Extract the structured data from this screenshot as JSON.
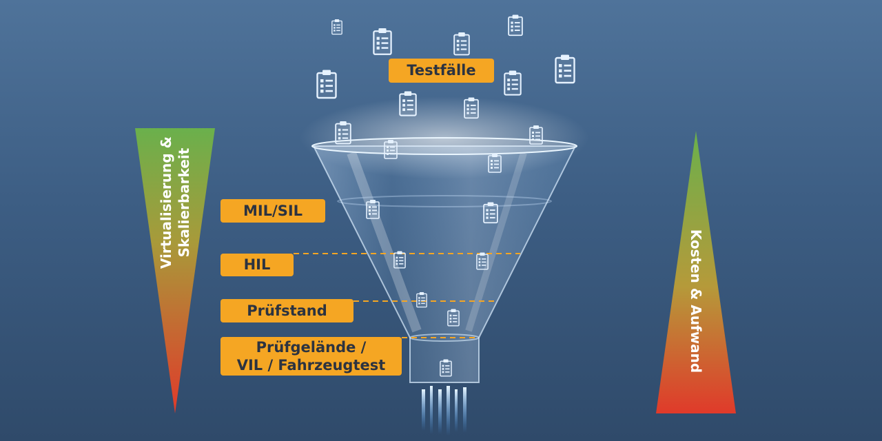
{
  "labels": {
    "testcases": "Testfälle",
    "mil_sil": "MIL/SIL",
    "hil": "HIL",
    "test_bench": "Prüfstand",
    "proving_ground_line1": "Prüfgelände /",
    "proving_ground_line2": "VIL / Fahrzeugtest"
  },
  "left_scale": {
    "line1": "Virtualisierung &",
    "line2": "Skalierbarkeit"
  },
  "right_scale": {
    "text": "Kosten & Aufwand"
  },
  "colors": {
    "label_bg": "#f5a623",
    "label_text": "#2c3340",
    "gradient_top_green": "#6ab04c",
    "gradient_bottom_red": "#e03a2a",
    "dashed_line": "#f5a623"
  },
  "icons": [
    "clipboard-icon"
  ]
}
